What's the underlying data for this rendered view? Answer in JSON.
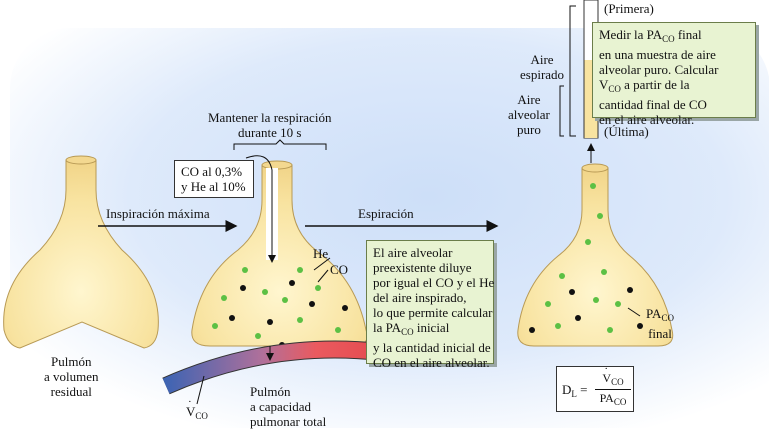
{
  "labels": {
    "primera": "(Primera)",
    "ultima": "(Última)",
    "aire_espirado": "Aire\nespirado",
    "aire_alveolar_puro": "Aire\nalveolar\npuro",
    "mantener": "Mantener la respiración\ndurante 10 s",
    "co_he_1": "CO al 0,3%",
    "co_he_2": "y He al 10%",
    "inspiracion": "Inspiración máxima",
    "espiracion": "Espiración",
    "he": "He",
    "co": "CO",
    "pulmon_residual": "Pulmón\na volumen\nresidual",
    "pulmon_total": "Pulmón\na capacidad\npulmonar total",
    "v_co": "V",
    "v_co_sub": "CO",
    "pa_co": "PA",
    "pa_co_sub": "CO",
    "final": "final"
  },
  "box_right": {
    "line1_a": "Medir la PA",
    "line1_sub": "CO",
    "line1_b": " final",
    "rest": "en una muestra de aire\nalveolar puro. Calcular",
    "line4_a": "V",
    "line4_sub": "CO",
    "line4_b": " a partir de la",
    "tail": "cantidad final de CO\nen el aire alveolar."
  },
  "box_middle": {
    "text1": "El aire alveolar\npreexistente diluye\npor igual el CO y el He\ndel aire inspirado,\nlo que permite calcular",
    "line6_a": "la PA",
    "line6_sub": "CO",
    "line6_b": " inicial",
    "text2": "y la cantidad inicial de\nCO en el aire alveolar."
  },
  "formula": {
    "lhs": "D",
    "lhs_sub": "L",
    "eq": "=",
    "num": "V",
    "num_sub": "CO",
    "den": "PA",
    "den_sub": "CO"
  },
  "colors": {
    "lung_fill": "#f8e3a0",
    "lung_stroke": "#b89a55",
    "green_dot": "#5cc044",
    "black_dot": "#111111",
    "note_bg": "#e8f3d2",
    "vessel_blue": "#4a6fb8",
    "vessel_red": "#e8555a"
  }
}
